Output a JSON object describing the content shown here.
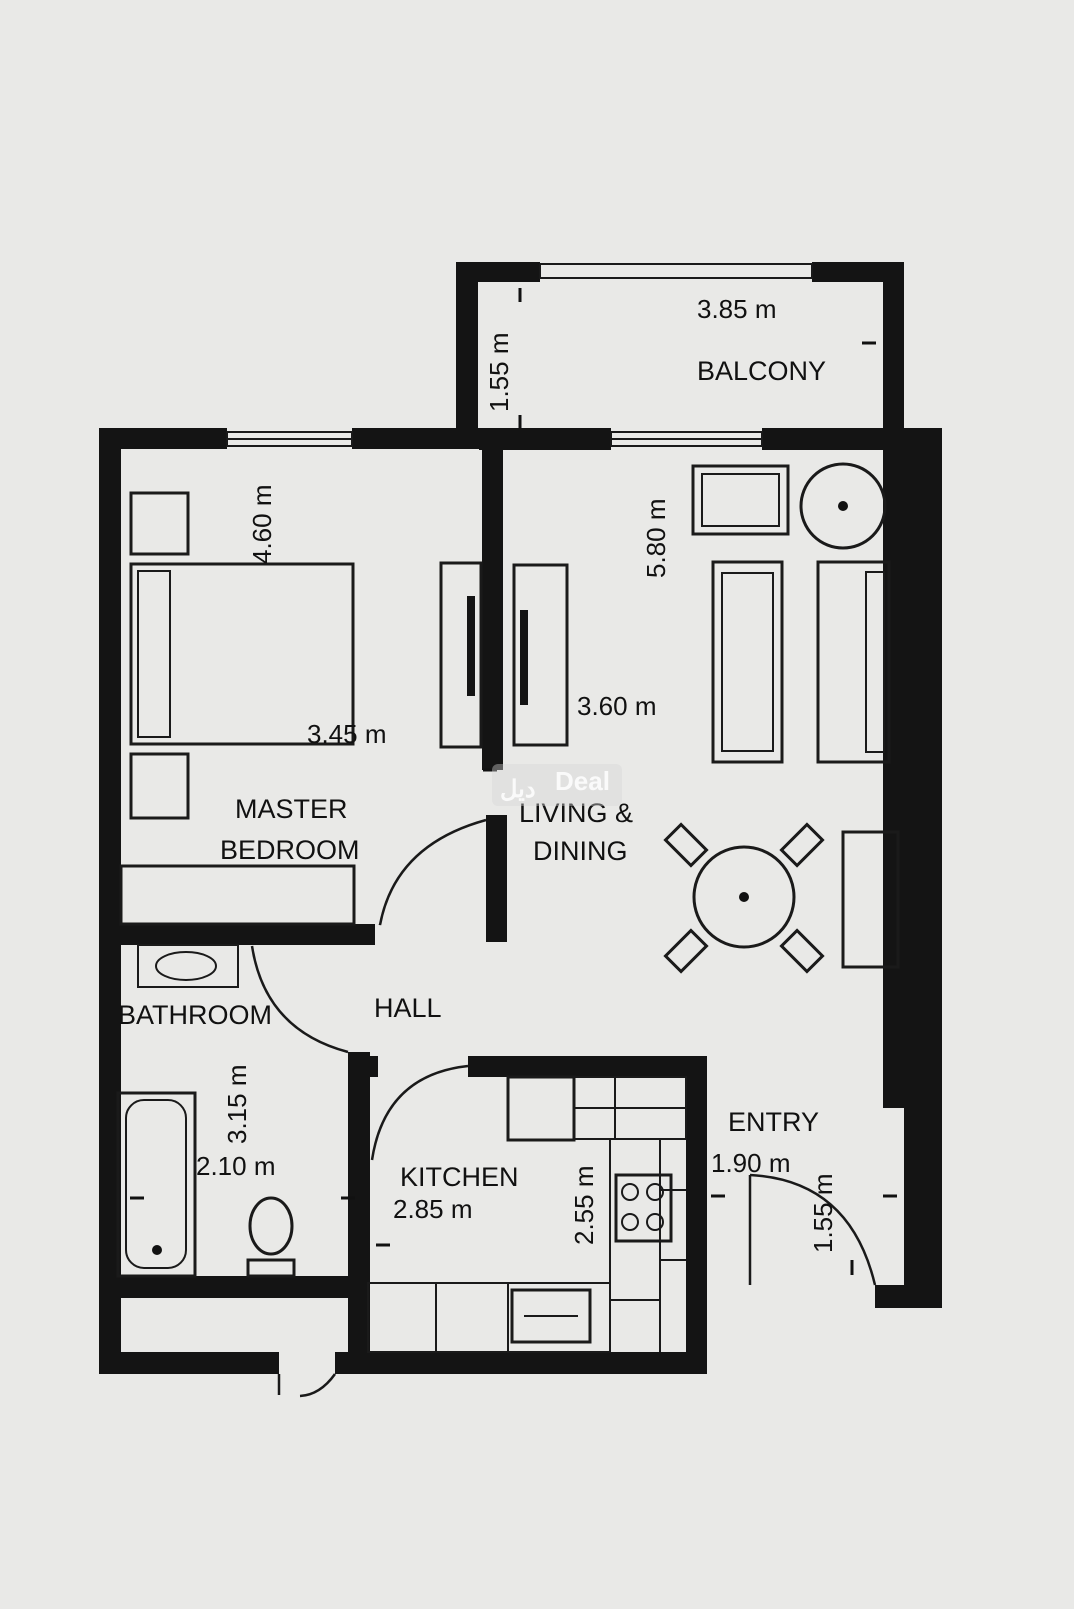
{
  "rooms": {
    "balcony": "BALCONY",
    "master_bedroom_line1": "MASTER",
    "master_bedroom_line2": "BEDROOM",
    "living_line1": "LIVING &",
    "living_line2": "DINING",
    "bathroom": "BATHROOM",
    "hall": "HALL",
    "kitchen": "KITCHEN",
    "entry": "ENTRY"
  },
  "dimensions": {
    "balcony_width": "3.85 m",
    "balcony_depth": "1.55 m",
    "bedroom_length": "4.60 m",
    "bedroom_width": "3.45 m",
    "living_length": "5.80 m",
    "living_width": "3.60 m",
    "bathroom_length": "3.15 m",
    "bathroom_width": "2.10 m",
    "kitchen_width": "2.85 m",
    "kitchen_depth": "2.55 m",
    "entry_width": "1.90 m",
    "entry_depth": "1.55 m"
  },
  "watermark": {
    "text": "Deal",
    "arabic": "ديل"
  },
  "colors": {
    "paper": "#e9e9e7",
    "ink": "#141414",
    "watermark": "#ffffff"
  }
}
